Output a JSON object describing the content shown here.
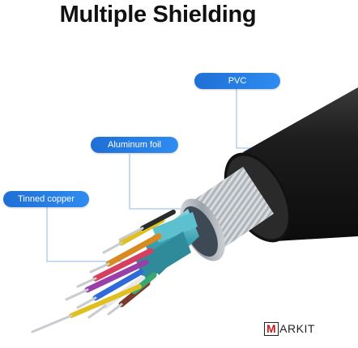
{
  "title": "Multiple Shielding",
  "labels": {
    "pvc": "PVC",
    "aluminum": "Aluminum foil",
    "copper": "Tinned copper"
  },
  "brand": {
    "initial": "M",
    "rest": "ARKIT"
  },
  "colors": {
    "pill": "#2a80e8",
    "jacket": "#1a1a1a",
    "foil": "#c9ced3",
    "copper": "#b8bcc0",
    "wire_colors": [
      "#e0c020",
      "#d64060",
      "#9a3fa8",
      "#2e6ad8",
      "#38a870",
      "#7a3a2a",
      "#e8e8e8",
      "#d88a20"
    ]
  }
}
